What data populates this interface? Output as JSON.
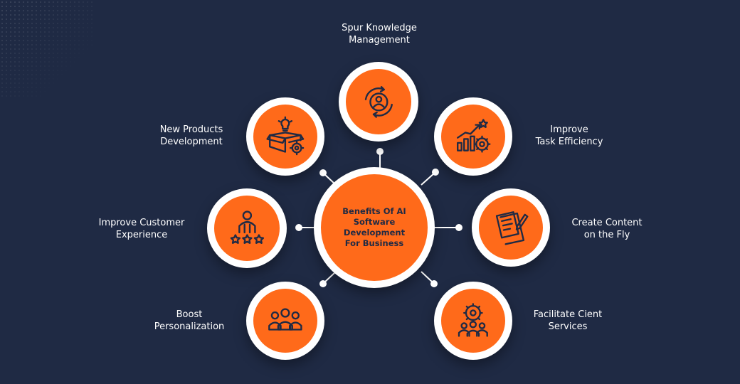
{
  "center": {
    "title": "Benefits Of AI\nSoftware Development\nFor Business"
  },
  "benefits": [
    {
      "label": "Spur Knowledge\nManagement",
      "icon": "knowledge-cycle-icon"
    },
    {
      "label": "Improve\nTask Efficiency",
      "icon": "growth-chart-gear-icon"
    },
    {
      "label": "Create Content\non the Fly",
      "icon": "document-pen-icon"
    },
    {
      "label": "Facilitate Cient\nServices",
      "icon": "team-gear-icon"
    },
    {
      "label": "Boost\nPersonalization",
      "icon": "group-people-icon"
    },
    {
      "label": "Improve Customer\nExperience",
      "icon": "person-stars-icon"
    },
    {
      "label": "New Products\nDevelopment",
      "icon": "box-lightbulb-gear-icon"
    }
  ],
  "colors": {
    "background": "#1f2a44",
    "accent": "#ff6a1a",
    "ring": "#ffffff",
    "ink": "#1f2a44"
  }
}
